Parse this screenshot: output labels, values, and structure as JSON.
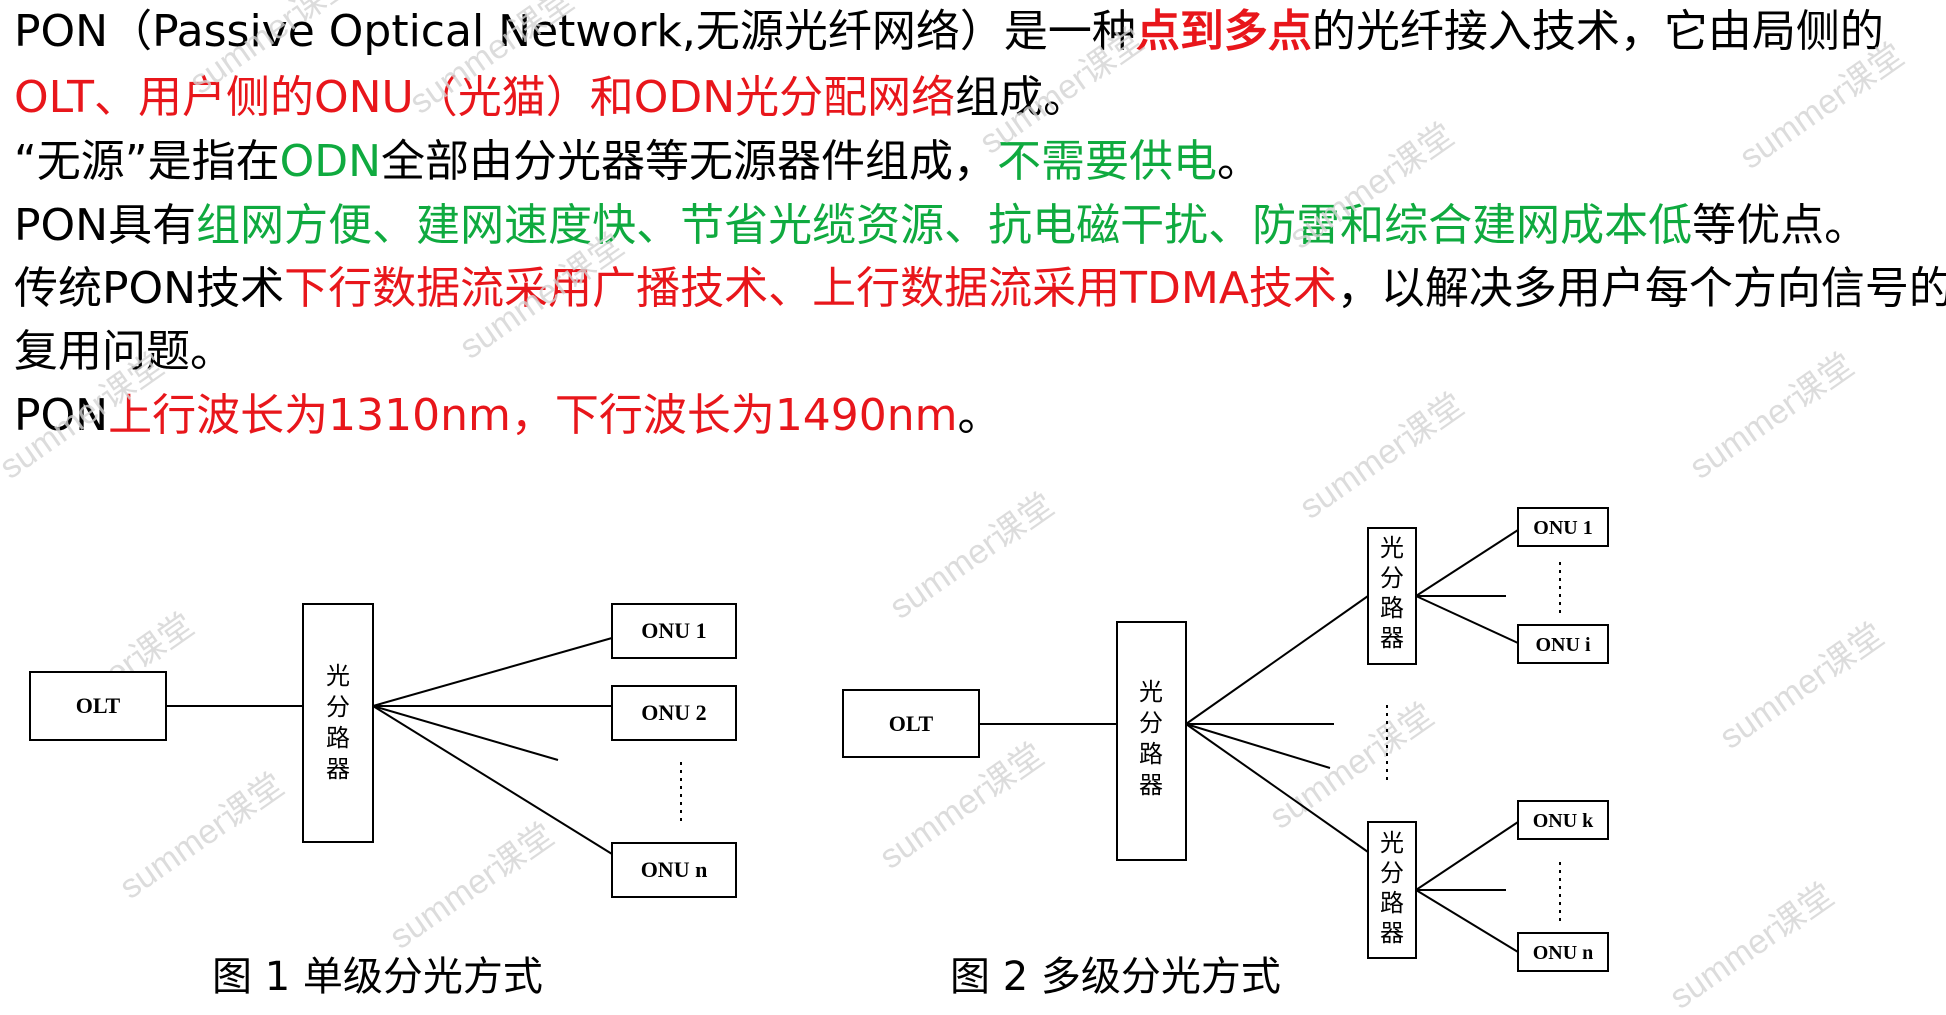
{
  "text": {
    "line1": {
      "a": "PON（Passive Optical Network,无源光纤网络）是一种",
      "b": "点到多点",
      "c": "的光纤接入技术，它由局侧的"
    },
    "line2": {
      "a": "OLT、用户侧的ONU（光猫）和ODN光分配网络",
      "b": "组成。"
    },
    "line3": {
      "a": "“无源”是指在",
      "b": "ODN",
      "c": "全部由分光器等无源器件组成，",
      "d": "不需要供电",
      "e": "。"
    },
    "line4": {
      "a": "PON具有",
      "b": "组网方便、建网速度快、节省光缆资源、抗电磁干扰、防雷和综合建网成本低",
      "c": "等优点。"
    },
    "line5": {
      "a": "传统PON技术",
      "b": "下行数据流采用广播技术、上行数据流采用TDMA技术",
      "c": "，以解决多用户每个方向信号的"
    },
    "line6": {
      "a": "复用问题。"
    },
    "line7": {
      "a": "PON",
      "b": "上行波长为1310nm，下行波长为1490nm",
      "c": "。"
    }
  },
  "figure1": {
    "caption": "图 1  单级分光方式",
    "olt": "OLT",
    "splitter": [
      "光",
      "分",
      "路",
      "器"
    ],
    "onus": [
      "ONU 1",
      "ONU 2",
      "ONU n"
    ]
  },
  "figure2": {
    "caption": "图 2  多级分光方式",
    "olt": "OLT",
    "splitter_main": [
      "光",
      "分",
      "路",
      "器"
    ],
    "splitter_top": [
      "光",
      "分",
      "路",
      "器"
    ],
    "splitter_bottom": [
      "光",
      "分",
      "路",
      "器"
    ],
    "onus": [
      "ONU 1",
      "ONU i",
      "ONU k",
      "ONU n"
    ]
  },
  "watermark": "summer课堂",
  "colors": {
    "emphasis_red": "#e8161b",
    "emphasis_green": "#0faa3f",
    "text": "#000000"
  }
}
